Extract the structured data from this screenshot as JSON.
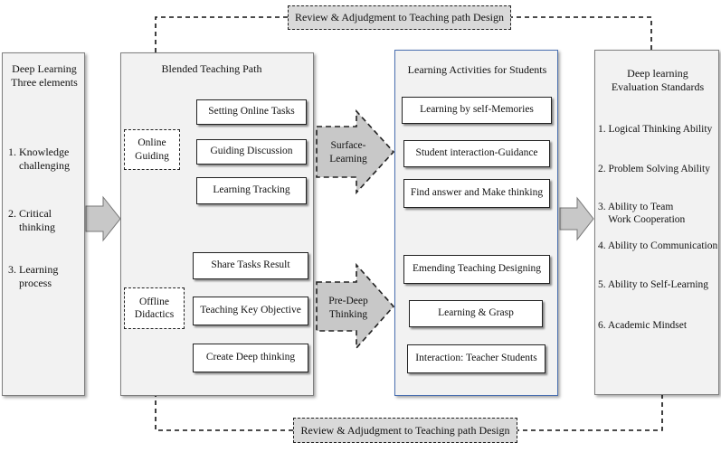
{
  "review_top": "Review & Adjudgment to Teaching path Design",
  "review_bottom": "Review & Adjudgment to Teaching path Design",
  "left_panel": {
    "title": "Deep Learning\nThree elements",
    "items": [
      "1. Knowledge\n    challenging",
      "2. Critical\n    thinking",
      "3. Learning\n    process"
    ]
  },
  "path_panel": {
    "title": "Blended Teaching Path",
    "online": "Online\nGuiding",
    "offline": "Offline\nDidactics",
    "online_tasks": [
      "Setting Online Tasks",
      "Guiding Discussion",
      "Learning Tracking"
    ],
    "offline_tasks": [
      "Share Tasks Result",
      "Teaching Key Objective",
      "Create Deep thinking"
    ]
  },
  "arrows": {
    "surface": "Surface-\nLearning",
    "predeep": "Pre-Deep\nThinking"
  },
  "activities_panel": {
    "title": "Learning Activities for Students",
    "items": [
      "Learning by self-Memories",
      "Student interaction-Guidance",
      "Find answer and Make thinking",
      "Emending Teaching Designing",
      "Learning & Grasp",
      "Interaction: Teacher Students"
    ]
  },
  "eval_panel": {
    "title": "Deep learning\nEvaluation Standards",
    "items": [
      "1. Logical Thinking Ability",
      "2. Problem Solving Ability",
      "3. Ability to Team\n    Work Cooperation",
      "4. Ability to Communication",
      "5. Ability to Self-Learning",
      "6. Academic Mindset"
    ]
  }
}
